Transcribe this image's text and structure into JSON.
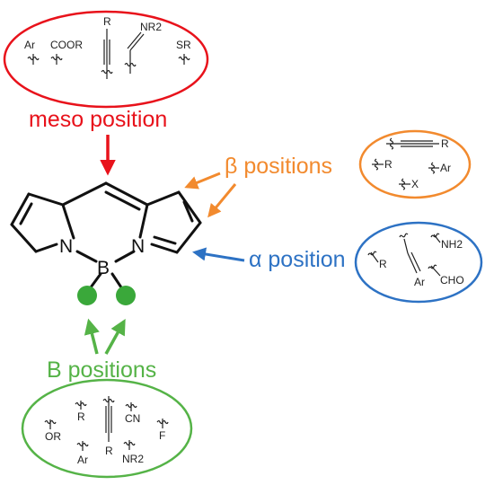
{
  "colors": {
    "meso": "#e8121b",
    "beta": "#f28a2e",
    "alpha": "#2d72c4",
    "boron": "#55b347",
    "boron_dot": "#3aa83a",
    "ink": "#111111"
  },
  "labels": {
    "meso": "meso position",
    "beta": "β positions",
    "alpha": "α position",
    "boron": "B positions"
  },
  "core_atoms": {
    "n_left": "N",
    "boron": "B",
    "n_right": "N"
  },
  "substituents": {
    "meso": [
      "Ar",
      "COOR",
      "R",
      "NR2",
      "SR"
    ],
    "beta": [
      "R",
      "R",
      "Ar",
      "X"
    ],
    "alpha": [
      "R",
      "NH2",
      "Ar",
      "CHO"
    ],
    "boron": [
      "OR",
      "R",
      "CN",
      "F",
      "Ar",
      "R",
      "NR2"
    ]
  }
}
